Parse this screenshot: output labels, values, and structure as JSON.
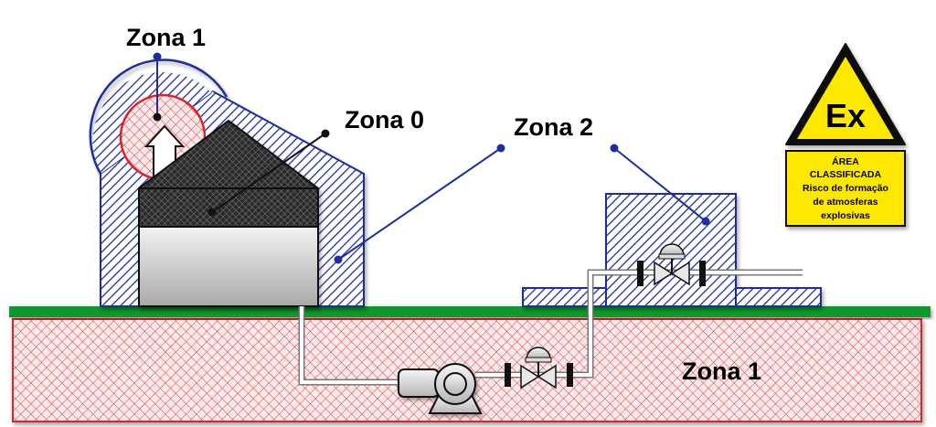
{
  "labels": {
    "zona1_top": "Zona 1",
    "zona0": "Zona 0",
    "zona2": "Zona 2",
    "zona1_ground": "Zona 1"
  },
  "sign": {
    "symbol": "Ex",
    "line1": "ÁREA",
    "line2": "CLASSIFICADA",
    "line3": "Risco de formação",
    "line4": "de atmosferas",
    "line5": "explosivas"
  },
  "colors": {
    "zone1_hatch": "#e0202a",
    "zone2_hatch": "#1c2f9e",
    "zone0_fill": "#222222",
    "ground": "#0e9a2a",
    "sign_yellow": "#ffe800"
  }
}
